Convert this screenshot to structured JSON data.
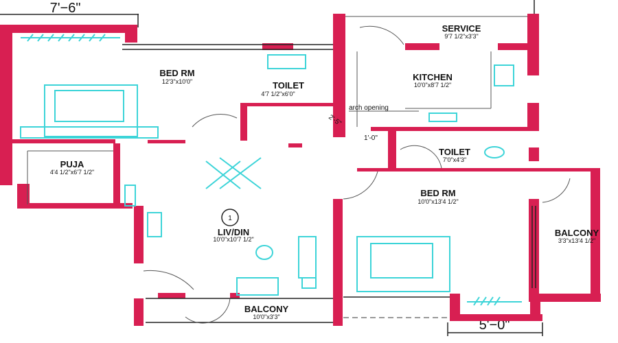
{
  "dimensions": {
    "top_left": "7'−6\"",
    "bottom_right": "5'−0\""
  },
  "rooms": [
    {
      "name": "BED RM",
      "size": "12'3\"x10'0\""
    },
    {
      "name": "TOILET",
      "size": "4'7 1/2\"x6'0\""
    },
    {
      "name": "SERVICE",
      "size": "9'7 1/2\"x3'3\""
    },
    {
      "name": "KITCHEN",
      "size": "10'0\"x8'7 1/2\""
    },
    {
      "name": "PUJA",
      "size": "4'4 1/2\"x6'7 1/2\""
    },
    {
      "name": "TOILET",
      "size": "7'0\"x4'3\""
    },
    {
      "name": "BED RM",
      "size": "10'0\"x13'4 1/2\""
    },
    {
      "name": "LIV/DIN",
      "size": "10'0\"x10'7 1/2\""
    },
    {
      "name": "BALCONY",
      "size": "3'3\"x13'4 1/2\""
    },
    {
      "name": "BALCONY",
      "size": "10'0\"x3'3\""
    }
  ],
  "annotations": {
    "arch": "arch opening",
    "arch_width": "2'-5\"",
    "gap": "1'-0\"",
    "unit_number": "1"
  },
  "colors": {
    "wall": "#d81f52",
    "furniture": "#3cd4d8"
  }
}
